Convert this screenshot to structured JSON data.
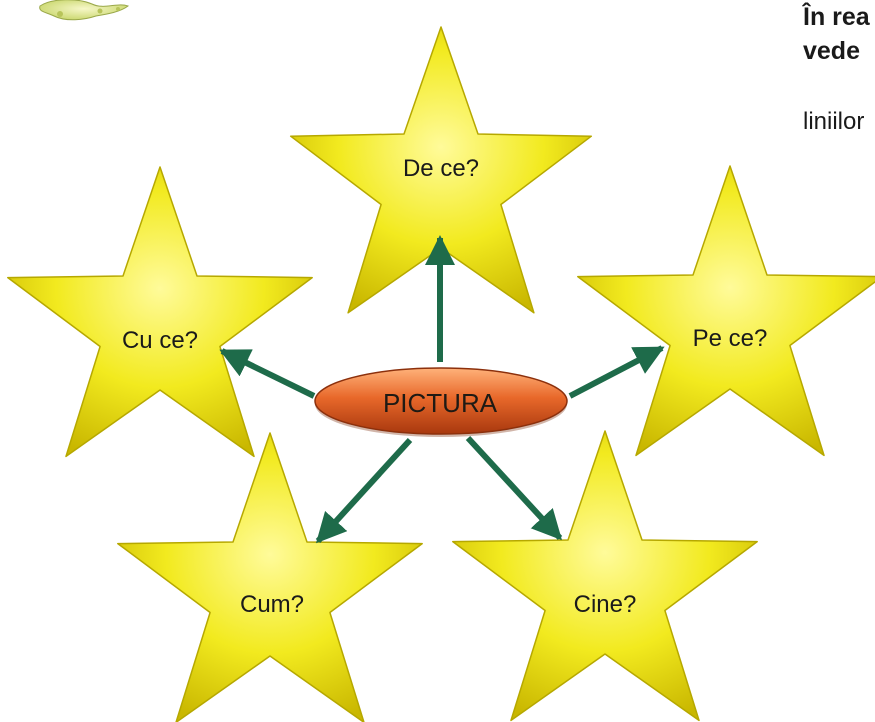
{
  "diagram": {
    "center": {
      "label": "PICTURA"
    },
    "stars": [
      {
        "id": "de-ce",
        "label": "De ce?"
      },
      {
        "id": "cu-ce",
        "label": "Cu ce?"
      },
      {
        "id": "pe-ce",
        "label": "Pe ce?"
      },
      {
        "id": "cum",
        "label": "Cum?"
      },
      {
        "id": "cine",
        "label": "Cine?"
      }
    ],
    "colors": {
      "star_fill": "#f2ea1f",
      "star_highlight": "#fffb9a",
      "star_shadow": "#b6a800",
      "ellipse_fill": "#e8682a",
      "ellipse_highlight": "#ffb27a",
      "ellipse_shadow": "#a8380e",
      "arrow": "#1e6b4a"
    }
  },
  "side_panel": {
    "heading_line_1": "În rea",
    "heading_line_2": "vede",
    "text": "liniilor"
  },
  "corner_decoration": {
    "icon": "paint-splash-icon"
  }
}
